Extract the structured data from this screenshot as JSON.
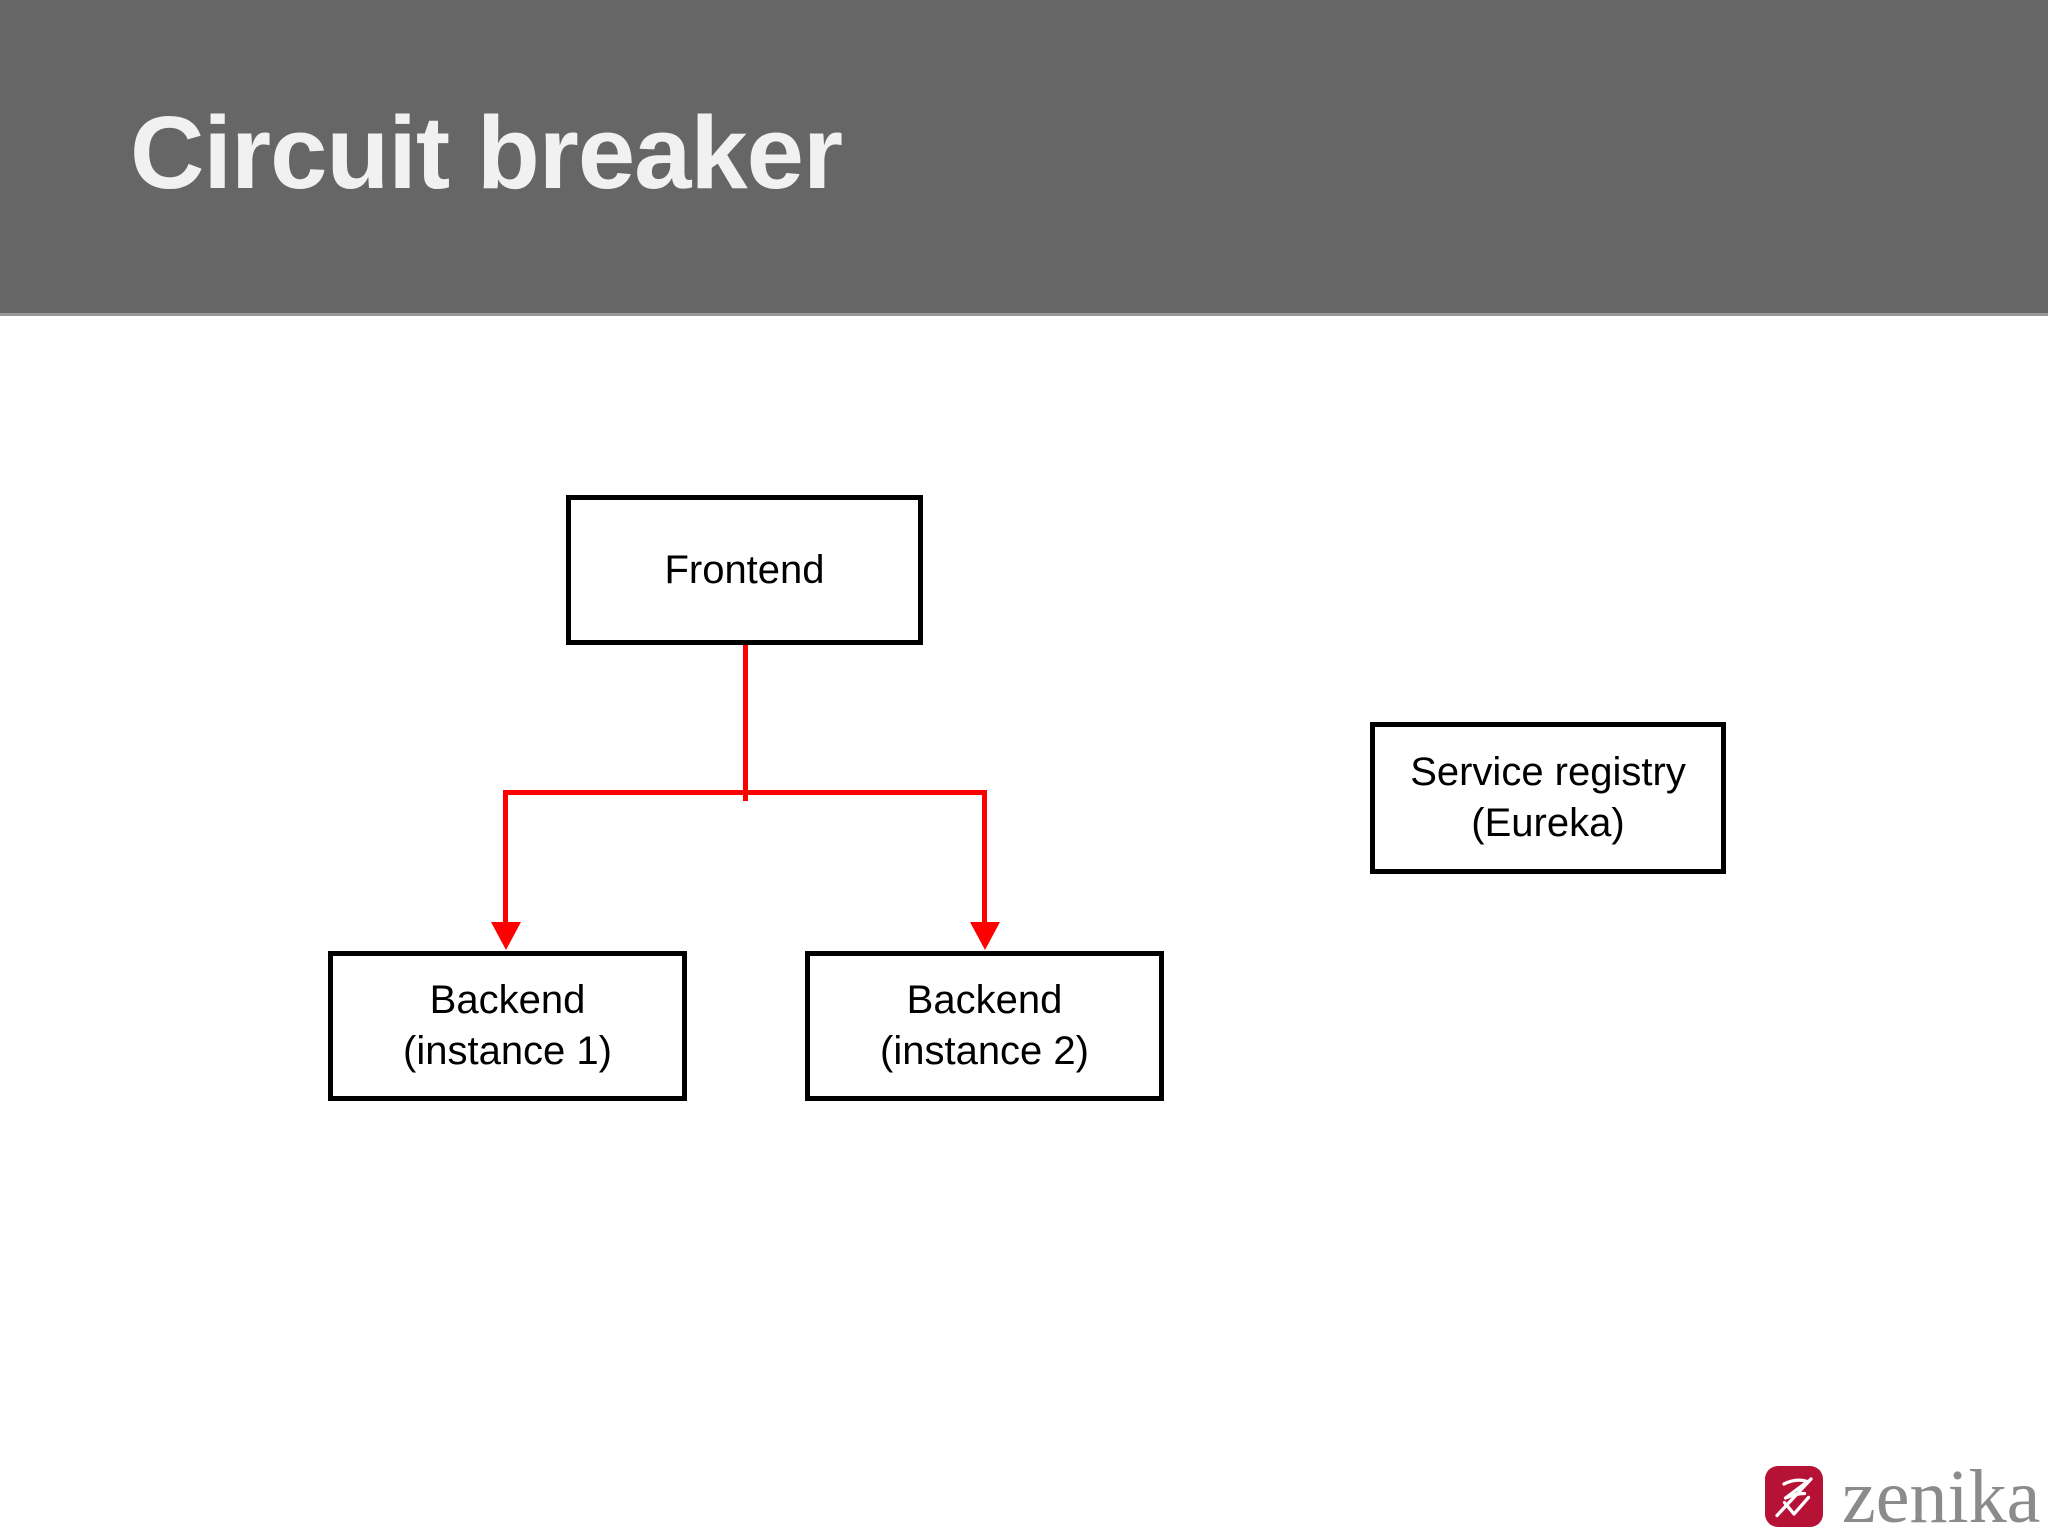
{
  "slide": {
    "title": "Circuit breaker"
  },
  "colors": {
    "background": "#ffffff",
    "header_bg": "#666666",
    "header_divider": "#979797",
    "title_text": "#f1f1f1",
    "box_border": "#000000",
    "box_fill": "#ffffff",
    "box_text": "#000000",
    "connector_red": "#fe0000",
    "logo_red": "#b51235",
    "logo_text_gray": "#8b8b8b"
  },
  "diagram": {
    "nodes": [
      {
        "id": "frontend",
        "line1": "Frontend",
        "line2": ""
      },
      {
        "id": "backend-1",
        "line1": "Backend",
        "line2": "(instance 1)"
      },
      {
        "id": "backend-2",
        "line1": "Backend",
        "line2": "(instance 2)"
      },
      {
        "id": "service-registry",
        "line1": "Service registry",
        "line2": "(Eureka)"
      }
    ],
    "edges": [
      {
        "from": "frontend",
        "to": "backend-1",
        "style": "red-arrow"
      },
      {
        "from": "frontend",
        "to": "backend-2",
        "style": "red-arrow"
      }
    ]
  },
  "footer": {
    "logo_text": "zenika",
    "logo_icon": "zenika-monogram-icon"
  }
}
